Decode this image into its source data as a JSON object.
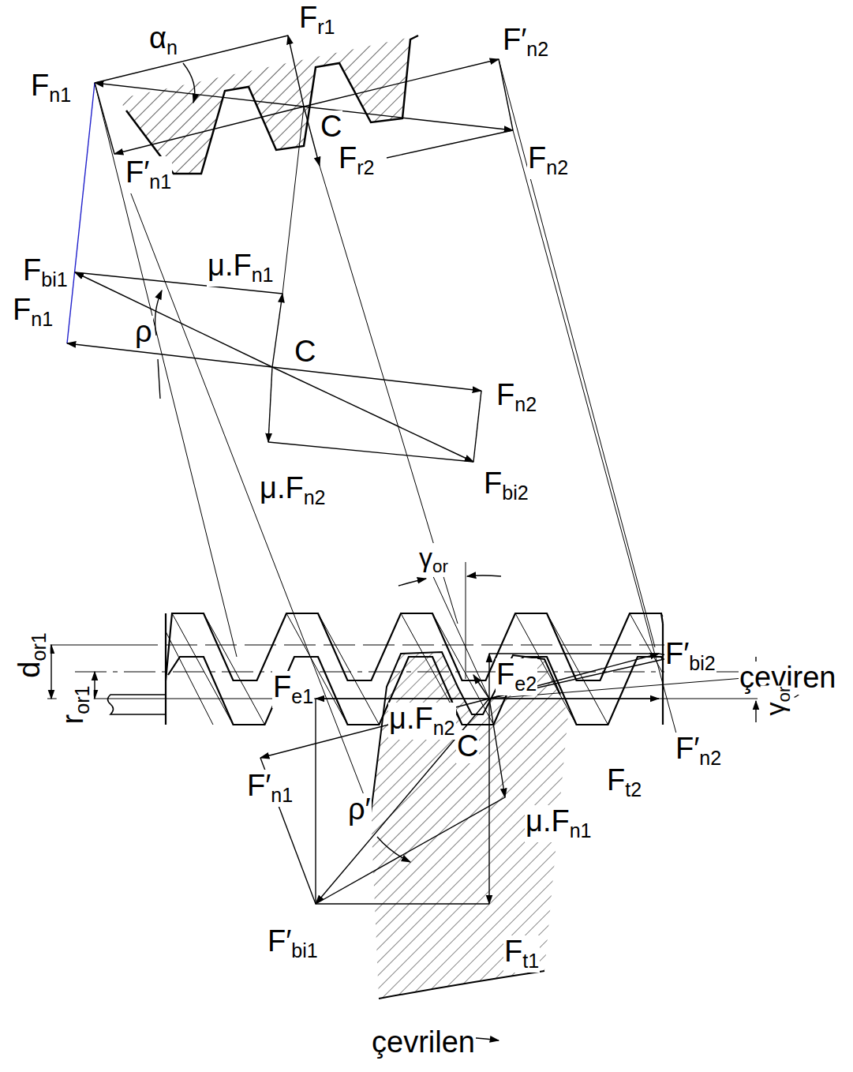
{
  "diagram": {
    "labels": [
      "αn",
      "Fr1",
      "F′n2",
      "Fn1",
      "C",
      "Fr2",
      "Fn2",
      "F′n1",
      "Fbi1",
      "μ.Fn1",
      "Fn1",
      "ρ",
      "C",
      "Fn2",
      "μ.Fn2",
      "Fbi2",
      "γor",
      "dor1",
      "ror1",
      "çeviren",
      "Fe2",
      "F′bi2",
      "μ.Fn2",
      "γor",
      "F′n2",
      "Fe1",
      "C",
      "Ft2",
      "F′n1",
      "ρ′",
      "μ.Fn1",
      "F′bi1",
      "Ft1",
      "çevrilen"
    ]
  }
}
